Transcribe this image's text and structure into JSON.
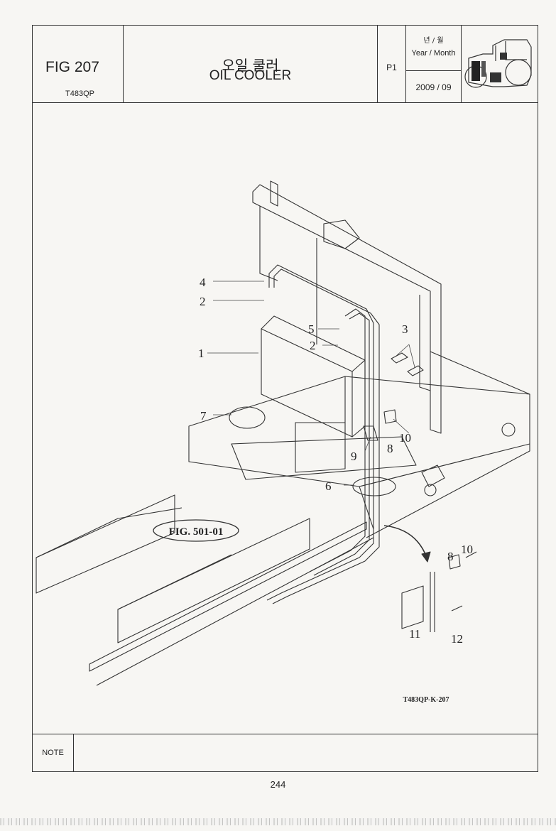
{
  "header": {
    "fig_no": "FIG 207",
    "model": "T483QP",
    "title_ko": "오일 쿨러",
    "title_en": "OIL COOLER",
    "page": "P1",
    "date_label_ko": "년 / 월",
    "date_label_en": "Year / Month",
    "date_value": "2009  / 09"
  },
  "drawing": {
    "callouts": [
      "1",
      "2",
      "2",
      "3",
      "4",
      "5",
      "6",
      "7",
      "8",
      "8",
      "9",
      "10",
      "10",
      "11",
      "12"
    ],
    "ref_label": "FIG. 501-01",
    "drawing_code": "T483QP-K-207",
    "line_color": "#333333"
  },
  "note": {
    "label": "NOTE",
    "text": ""
  },
  "footer": {
    "page_number": "244"
  }
}
